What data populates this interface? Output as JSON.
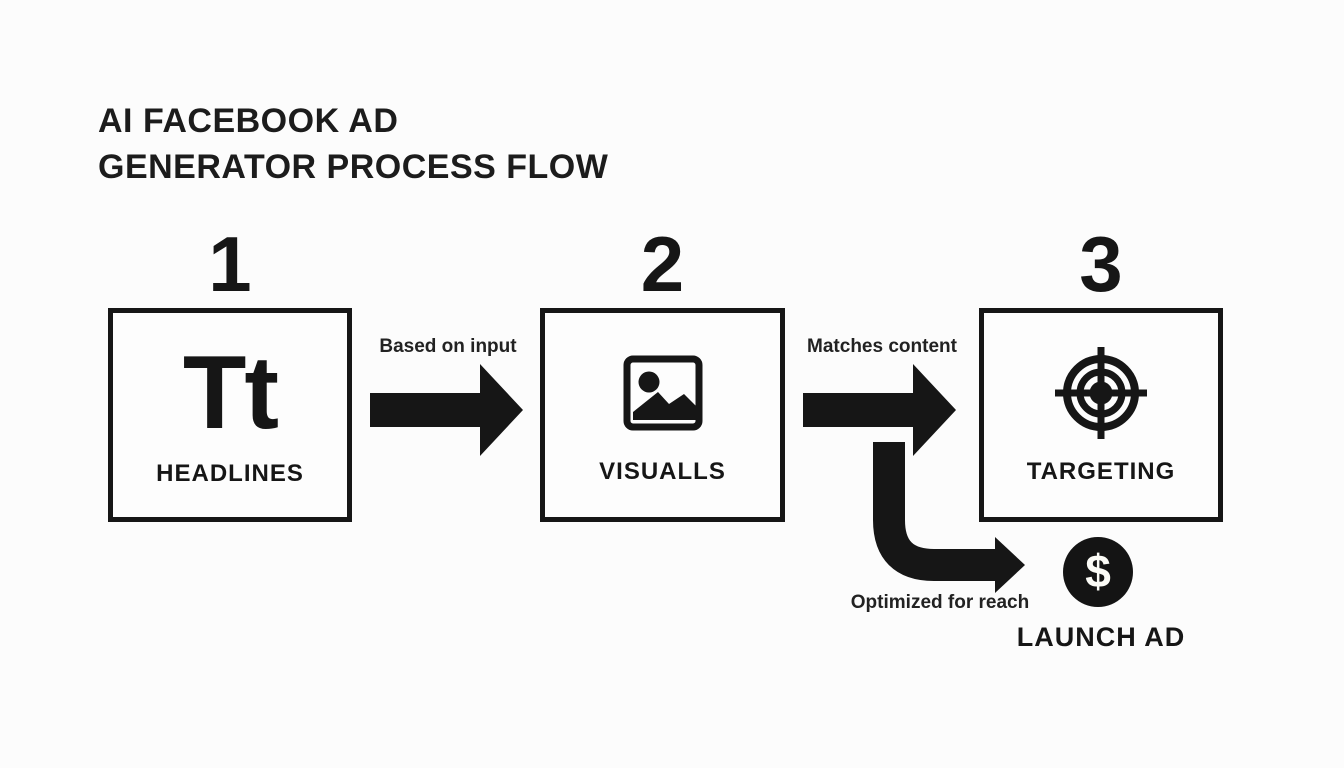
{
  "title": {
    "line1": "AI FACEBOOK AD",
    "line2": "GENERATOR PROCESS FLOW"
  },
  "steps": [
    {
      "number": "1",
      "label": "HEADLINES",
      "icon": "text-tt-icon",
      "icon_text": "Tt"
    },
    {
      "number": "2",
      "label": "VISUALLS",
      "icon": "image-icon"
    },
    {
      "number": "3",
      "label": "TARGETING",
      "icon": "target-icon"
    }
  ],
  "arrows": [
    {
      "label": "Based on input",
      "from": "HEADLINES",
      "to": "VISUALLS"
    },
    {
      "label": "Matches content",
      "from": "VISUALLS",
      "to": "TARGETING"
    },
    {
      "label": "Optimized for reach",
      "from": "VISUALLS",
      "to": "LAUNCH AD"
    }
  ],
  "launch": {
    "label": "LAUNCH AD",
    "icon": "dollar-icon",
    "icon_text": "$"
  },
  "colors": {
    "ink": "#161616",
    "background": "#fcfcfc",
    "badge_text": "#fbfbf6"
  }
}
